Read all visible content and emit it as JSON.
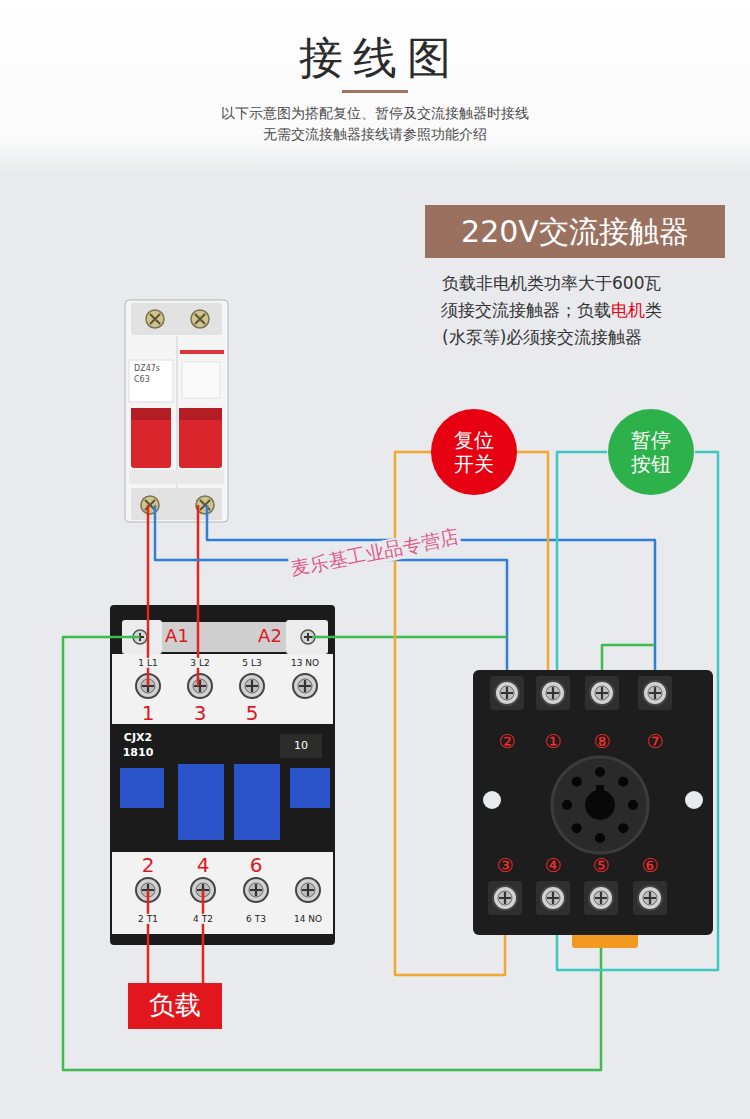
{
  "diagram": {
    "title": "接线图",
    "nodes": [
      {
        "text": [
          "220V交流接触器"
        ]
      },
      {
        "text": [
          "复位 开关"
        ]
      },
      {
        "text": [
          "暂停 按钮"
        ]
      },
      {
        "text": [
          "负载"
        ]
      }
    ],
    "labels": [
      "以下示意图为搭配复位、暂停及交流接触器时接线",
      "无需交流接触器接线请参照功能介绍",
      "负载非电机类功率大于600瓦",
      "须接交流接触器；负载",
      "电机",
      "类",
      "(水泵等)必须接交流接触器",
      "DZ47s",
      "C63",
      "A1",
      "A2",
      "1 L1",
      "3 L2",
      "5 L3",
      "13 NO",
      "1",
      "3",
      "5",
      "CJX2",
      "1810",
      "10",
      "2",
      "4",
      "6",
      "2 T1",
      "4 T2",
      "6 T3",
      "14 NO",
      "②",
      "①",
      "⑧",
      "⑦",
      "③",
      "④",
      "⑤",
      "⑥",
      "麦乐基工业品专营店"
    ]
  }
}
